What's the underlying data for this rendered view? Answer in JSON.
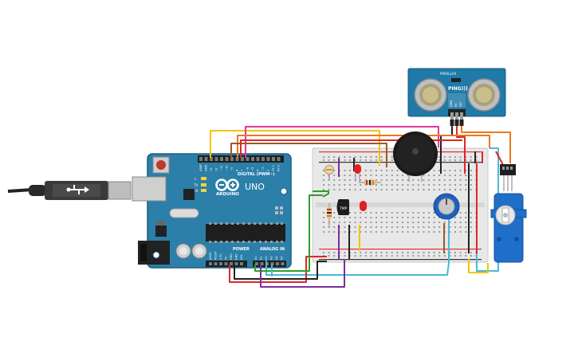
{
  "arduino": {
    "brand": "ARDUINO",
    "model": "UNO",
    "digital_header": "DIGITAL (PWM~)",
    "power_header": "POWER",
    "analog_header": "ANALOG IN",
    "led_labels": [
      "L",
      "TX",
      "RX"
    ],
    "top_pins": [
      "AREF",
      "GND",
      "13",
      "12",
      "~11",
      "~10",
      "~9",
      "8",
      "7",
      "~6",
      "~5",
      "4",
      "~3",
      "2",
      "TX 1",
      "RX 0"
    ],
    "power_pins": [
      "IOREF",
      "RESET",
      "3.3V",
      "5V",
      "GND",
      "GND",
      "VIN"
    ],
    "analog_pins": [
      "A0",
      "A1",
      "A2",
      "A3",
      "A4",
      "A5"
    ]
  },
  "sensor": {
    "name": "PING)))",
    "brand": "PARALLAX",
    "pins": [
      "GND",
      "5V",
      "SIG"
    ]
  },
  "breadboard": {
    "temp_sensor_label": "TMP"
  },
  "colors": {
    "board": "#2b7fa8",
    "breadboard": "#e8e8e8",
    "wire_red": "#e0262a",
    "wire_black": "#222222",
    "wire_orange": "#e87a1b",
    "wire_yellow": "#f2c400",
    "wire_pink": "#e0389a",
    "wire_purple": "#7a2f9b",
    "wire_green": "#2aa02a",
    "wire_brown": "#9a5a2a",
    "wire_cyan": "#4ab8d8",
    "wire_gray": "#aaaaaa"
  }
}
